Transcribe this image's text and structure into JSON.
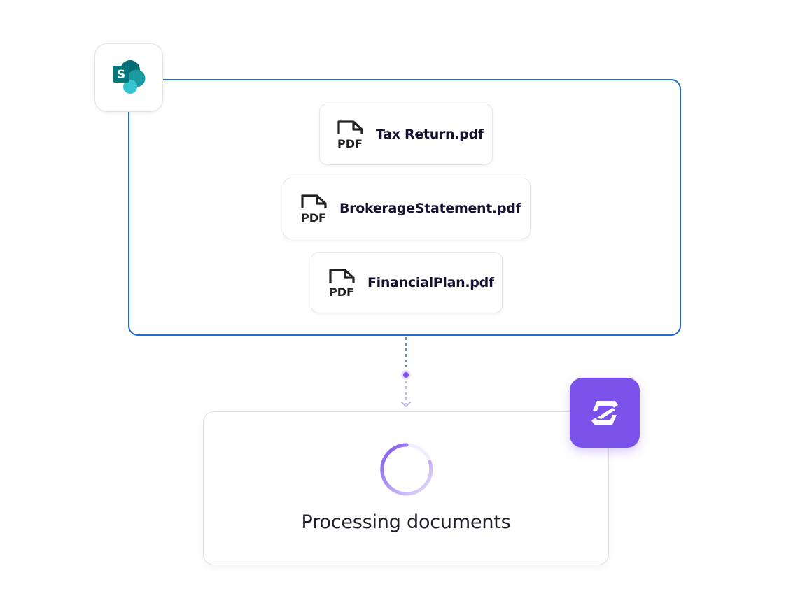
{
  "source": {
    "app_icon": "sharepoint-icon",
    "app_icon_letter": "S",
    "files": [
      {
        "name": "Tax Return.pdf",
        "icon": "pdf-file-icon",
        "icon_label": "PDF"
      },
      {
        "name": "BrokerageStatement.pdf",
        "icon": "pdf-file-icon",
        "icon_label": "PDF"
      },
      {
        "name": "FinancialPlan.pdf",
        "icon": "pdf-file-icon",
        "icon_label": "PDF"
      }
    ]
  },
  "connector": {
    "icon": "arrow-down-icon"
  },
  "processing": {
    "status_text": "Processing documents",
    "spinner_icon": "loading-spinner-icon",
    "brand_icon": "z-logo-icon"
  },
  "colors": {
    "frame_border": "#1f6ccc",
    "brand_purple": "#7b53ea",
    "sharepoint_teal_dark": "#036c70",
    "sharepoint_teal": "#1a9ba1",
    "sharepoint_teal_light": "#37c6d0",
    "text_dark": "#171233"
  }
}
